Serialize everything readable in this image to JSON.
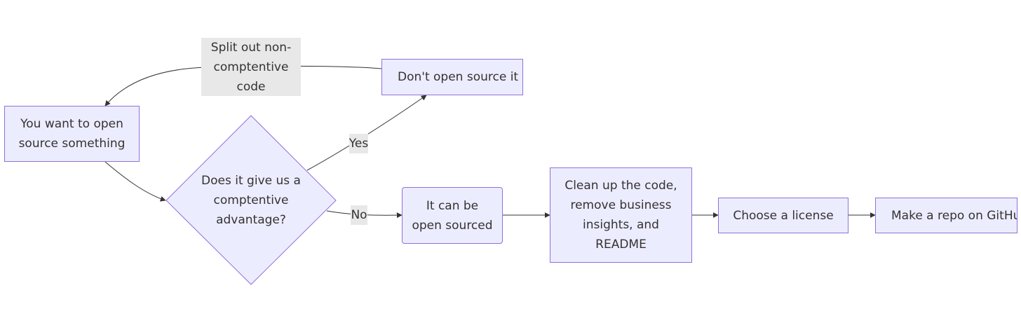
{
  "nodes": {
    "start": "You want to open source something",
    "decision": "Does it give us a comptentive advantage?",
    "dont_open": "Don't open source it",
    "can_open": "It can be open sourced",
    "cleanup": "Clean up the code, remove business insights, and README",
    "license": "Choose a license",
    "repo": "Make a repo on GitHub"
  },
  "edge_labels": {
    "split": "Split out non-comptentive code",
    "yes": "Yes",
    "no": "No"
  },
  "colors": {
    "node_fill": "#ECECFF",
    "node_border": "#9370DB",
    "edge_stroke": "#333333",
    "label_bg": "#e8e8e8"
  }
}
